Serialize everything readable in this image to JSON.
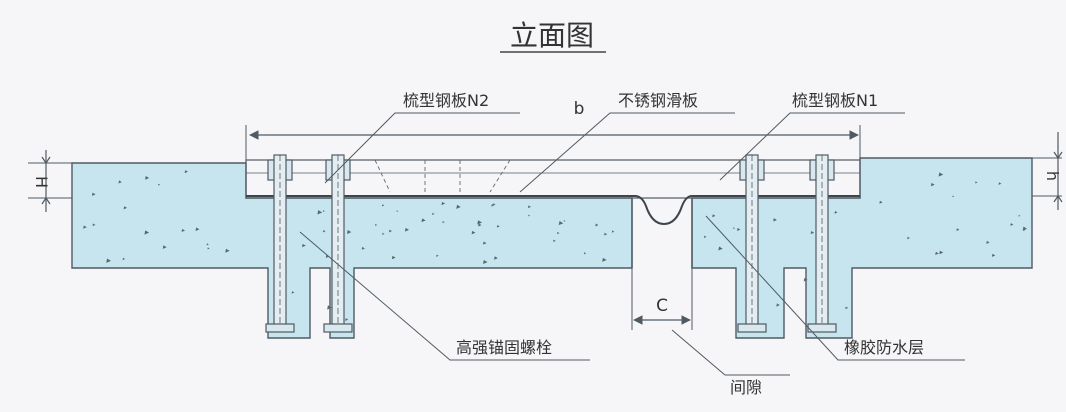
{
  "title": "立面图",
  "labels": {
    "n2": "梳型钢板N2",
    "slide": "不锈钢滑板",
    "n1": "梳型钢板N1",
    "bolt": "高强锚固螺栓",
    "gap": "间隙",
    "rubber": "橡胶防水层"
  },
  "dims": {
    "b": "b",
    "H": "H",
    "h": "h",
    "C": "C"
  },
  "colors": {
    "concrete": "#c6e5ee",
    "line": "#505a63",
    "background": "#f6f6f8"
  }
}
